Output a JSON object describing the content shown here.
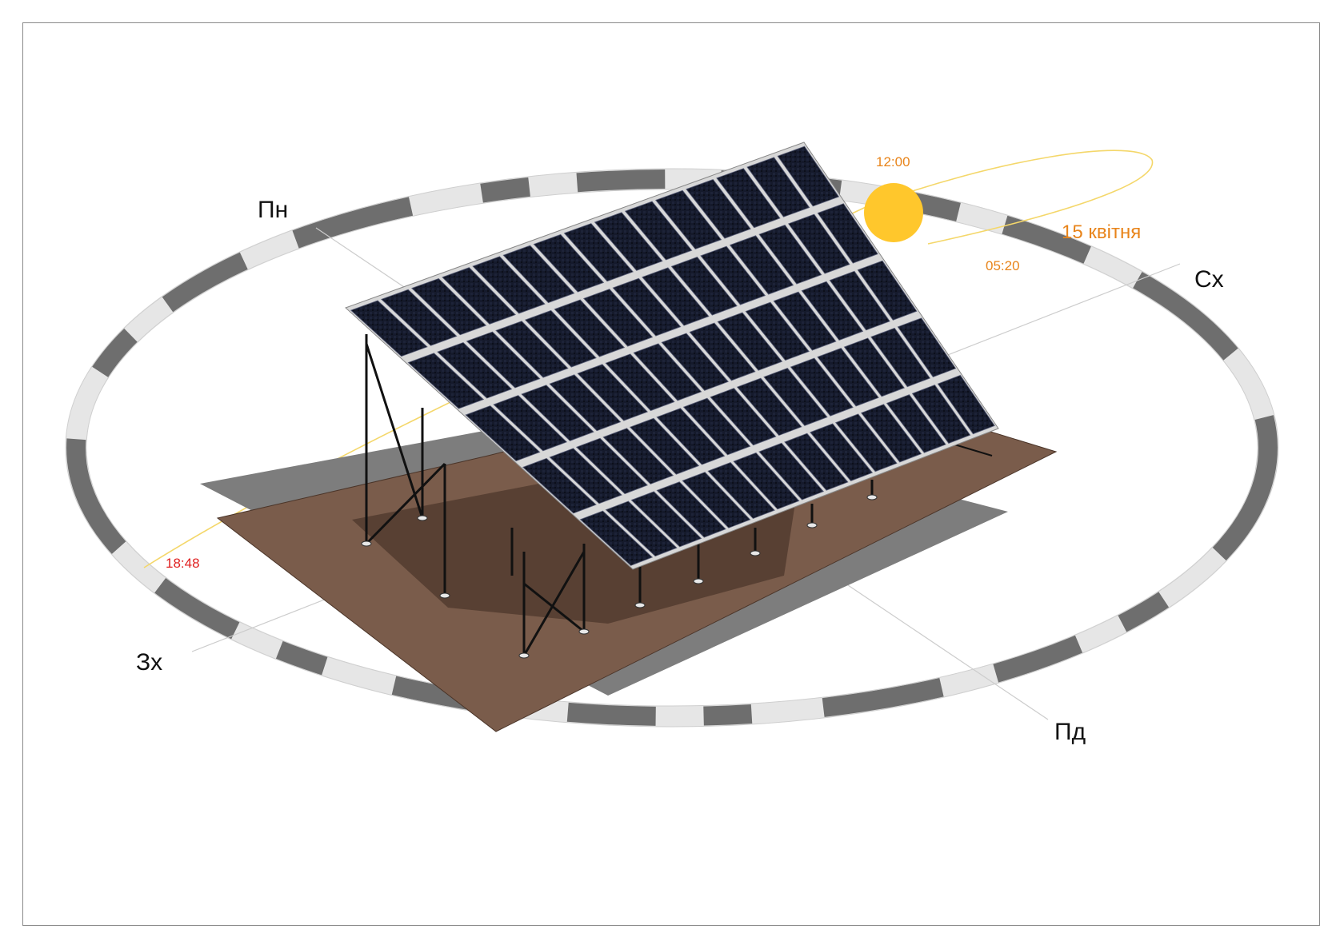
{
  "compass": {
    "north": "Пн",
    "east": "Сх",
    "south": "Пд",
    "west": "Зх"
  },
  "sun": {
    "noon_time": "12:00",
    "sunrise_time": "05:20",
    "sunset_time": "18:48",
    "date": "15 квітня"
  },
  "colors": {
    "sun": "#FFC72C",
    "sun_path": "#F4D76A",
    "orange_text": "#E8841A",
    "sunset_text": "#E02020",
    "ground": "#7A5C4B",
    "panel": "#14182A",
    "compass_ring_dark": "#6E6E6E"
  }
}
